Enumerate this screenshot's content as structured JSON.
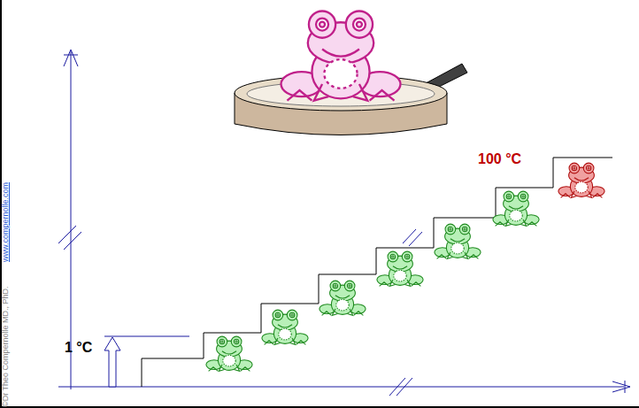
{
  "diagram": {
    "labels": [
      "1 °C",
      "100 °C",
      "©Dr Theo Compernolle MD., PhD.",
      "www.compernolle.com"
    ]
  }
}
